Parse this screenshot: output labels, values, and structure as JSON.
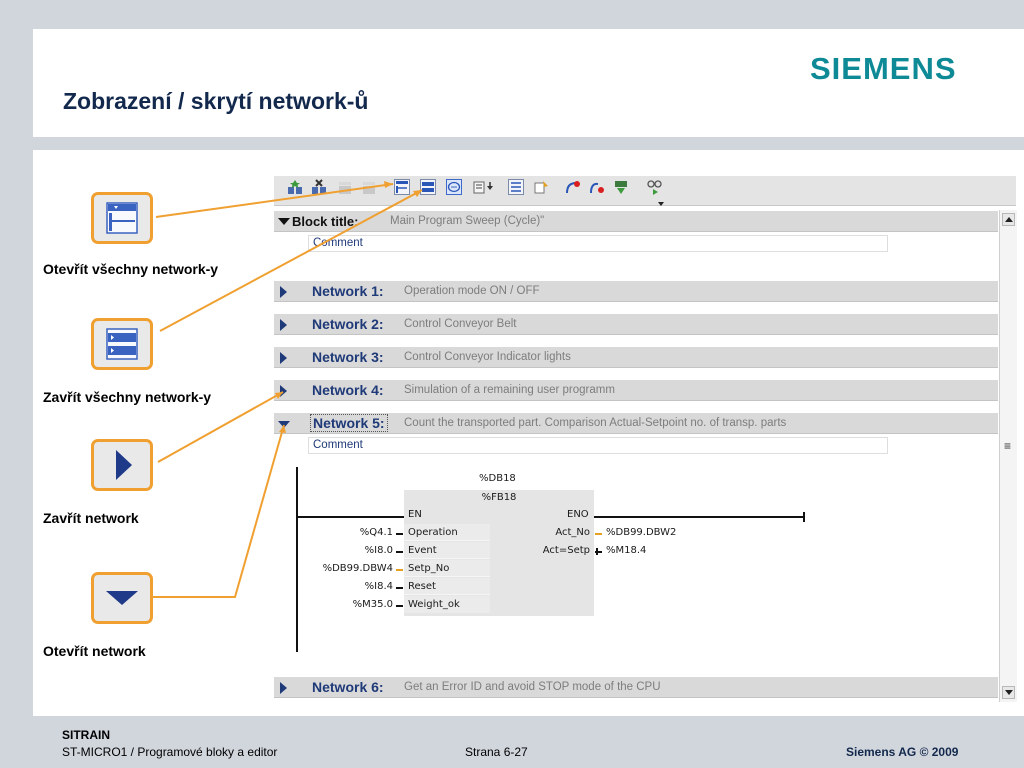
{
  "slide": {
    "title": "Zobrazení / skrytí network-ů",
    "logo": "SIEMENS"
  },
  "callouts": [
    {
      "label": "Otevřít všechny network-y",
      "icon": "open-all-networks-icon"
    },
    {
      "label": "Zavřít všechny network-y",
      "icon": "close-all-networks-icon"
    },
    {
      "label": "Zavřít network",
      "icon": "collapse-network-triangle-icon"
    },
    {
      "label": "Otevřít network",
      "icon": "expand-network-triangle-icon"
    }
  ],
  "editor": {
    "block_title_label": "Block title:",
    "block_title_value": "Main Program Sweep (Cycle)\"",
    "block_comment": "Comment",
    "networks": [
      {
        "label": "Network 1:",
        "desc": "Operation mode ON / OFF"
      },
      {
        "label": "Network 2:",
        "desc": "Control Conveyor Belt"
      },
      {
        "label": "Network 3:",
        "desc": "Control Conveyor Indicator lights"
      },
      {
        "label": "Network 4:",
        "desc": "Simulation of a remaining user programm"
      },
      {
        "label": "Network 5:",
        "desc": "Count the transported part. Comparison Actual-Setpoint no. of transp. parts"
      },
      {
        "label": "Network 6:",
        "desc": "Get an Error ID and avoid STOP mode of the CPU"
      }
    ],
    "network5_comment": "Comment",
    "fb": {
      "instance_db": "%DB18",
      "name": "%FB18",
      "en": "EN",
      "eno": "ENO",
      "inputs": [
        {
          "operand": "%Q4.1",
          "pin": "Operation"
        },
        {
          "operand": "%I8.0",
          "pin": "Event"
        },
        {
          "operand": "%DB99.DBW4",
          "pin": "Setp_No"
        },
        {
          "operand": "%I8.4",
          "pin": "Reset"
        },
        {
          "operand": "%M35.0",
          "pin": "Weight_ok"
        }
      ],
      "outputs": [
        {
          "pin": "Act_No",
          "operand": "%DB99.DBW2"
        },
        {
          "pin": "Act=Setp",
          "operand": "%M18.4"
        }
      ]
    },
    "scroll_mark": "≡"
  },
  "footer": {
    "brand": "SITRAIN",
    "course": "ST-MICRO1 / Programové bloky a editor",
    "page": "Strana 6-27",
    "copyright": "Siemens AG © 2009"
  },
  "colors": {
    "accent_orange": "#f0a030",
    "network_blue": "#1f3a78",
    "logo_teal": "#0e8a97"
  }
}
